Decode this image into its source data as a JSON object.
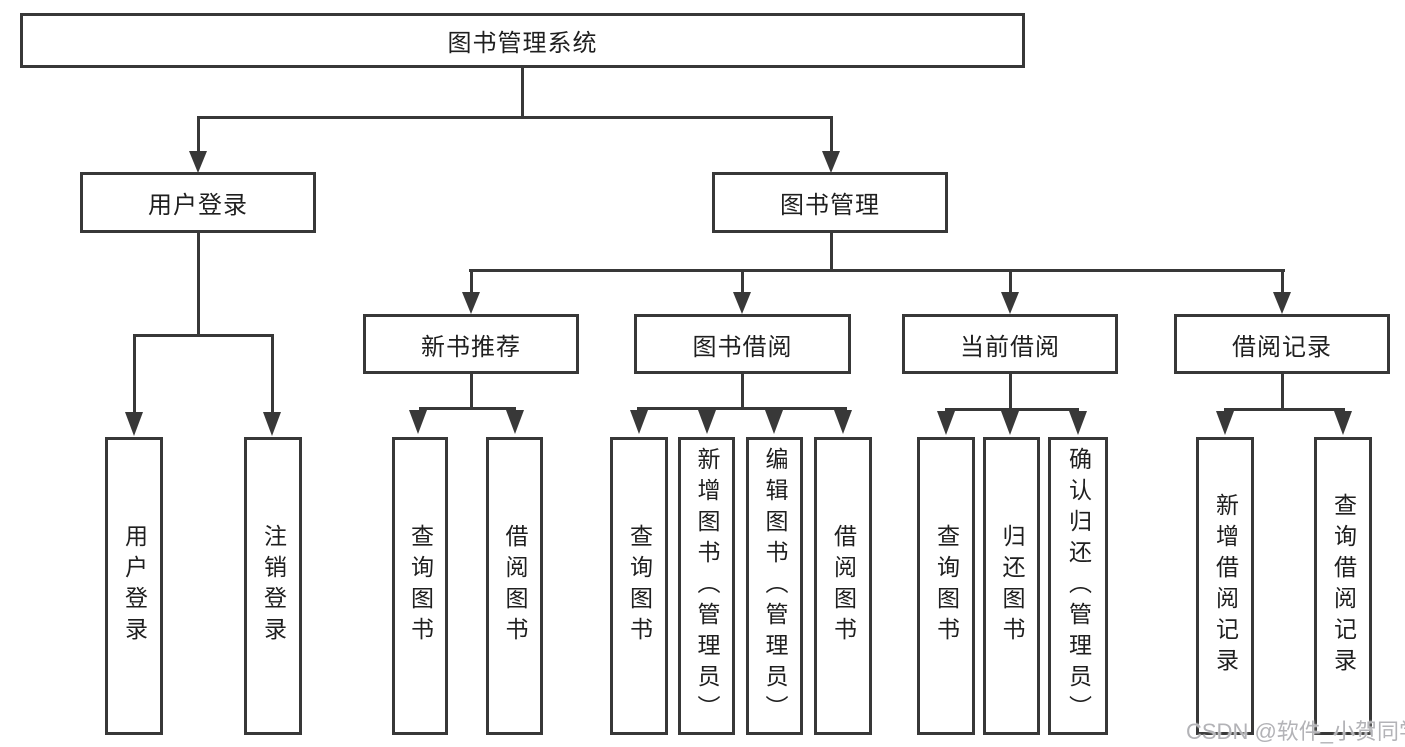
{
  "title": "图书管理系统",
  "branches": {
    "user_login": {
      "label": "用户登录",
      "children": [
        "用户登录",
        "注销登录"
      ]
    },
    "book_management": {
      "label": "图书管理",
      "sections": {
        "new_books": {
          "label": "新书推荐",
          "children": [
            "查询图书",
            "借阅图书"
          ]
        },
        "borrowing": {
          "label": "图书借阅",
          "children": [
            "查询图书",
            "新增图书（管理员）",
            "编辑图书（管理员）",
            "借阅图书"
          ]
        },
        "current": {
          "label": "当前借阅",
          "children": [
            "查询图书",
            "归还图书",
            "确认归还（管理员）"
          ]
        },
        "records": {
          "label": "借阅记录",
          "children": [
            "新增借阅记录",
            "查询借阅记录"
          ]
        }
      }
    }
  },
  "watermark": {
    "text": "CSDN @软件_小贺同学"
  },
  "colors": {
    "line": "#383838",
    "text": "#1f1f1f",
    "watermark": "#b3b3b7",
    "background": "#ffffff"
  }
}
